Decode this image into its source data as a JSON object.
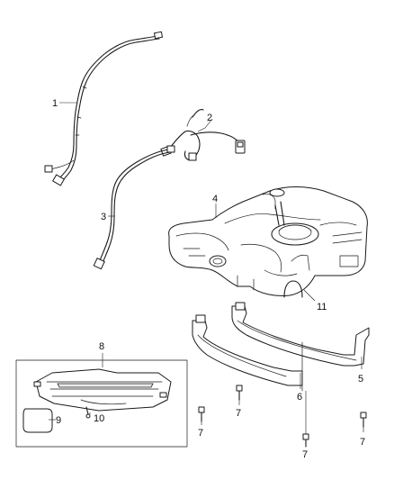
{
  "callouts": {
    "c1": "1",
    "c2": "2",
    "c3": "3",
    "c4": "4",
    "c5": "5",
    "c6": "6",
    "c7a": "7",
    "c7b": "7",
    "c7c": "7",
    "c7d": "7",
    "c8": "8",
    "c9": "9",
    "c10": "10",
    "c11": "11"
  }
}
